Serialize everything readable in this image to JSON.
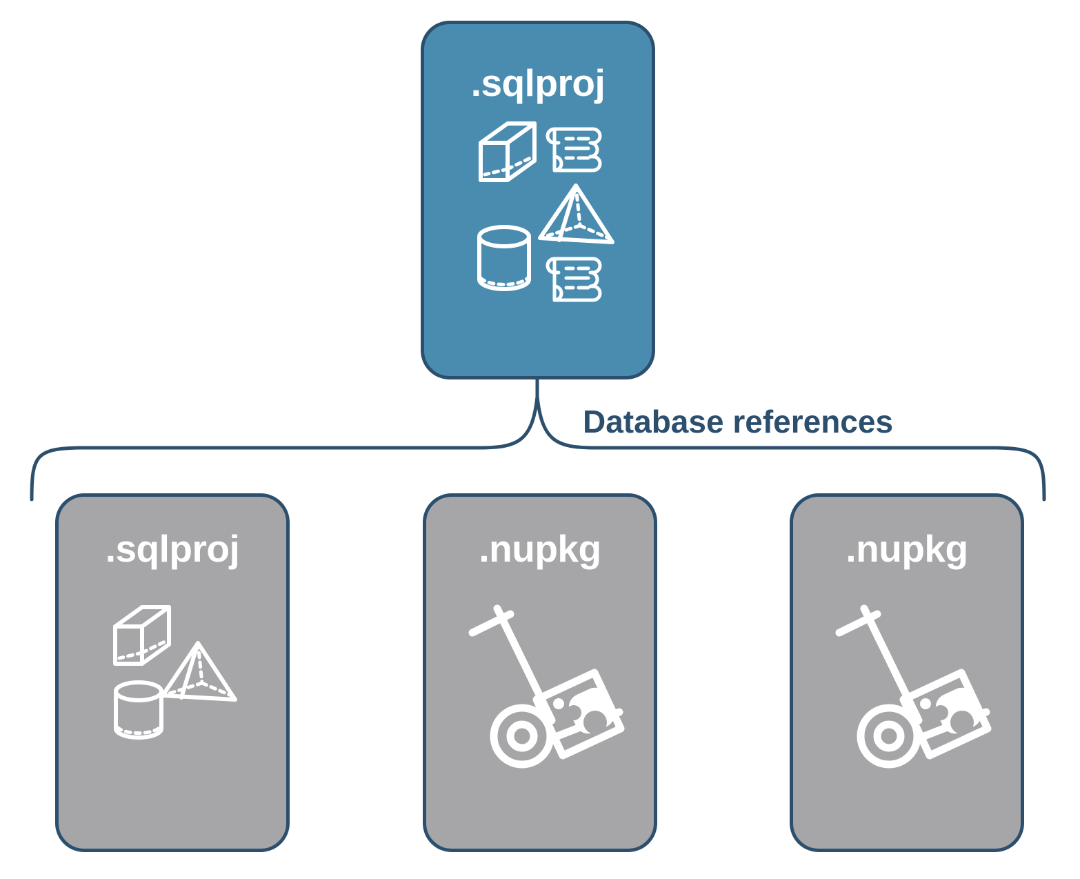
{
  "diagram": {
    "title_text": "Database references",
    "colors": {
      "blue_fill": "#4A8CAF",
      "gray_fill": "#A6A6A8",
      "outline": "#2C4F6E",
      "icon_white": "#FFFFFF",
      "background": "#FFFFFF"
    },
    "parent": {
      "label": ".sqlproj",
      "fill": "#4A8CAF",
      "icons": [
        "cube-icon",
        "scroll-icon",
        "pyramid-icon",
        "cylinder-icon",
        "scroll-icon"
      ]
    },
    "connector": {
      "label": "Database references",
      "style": "curly-brace",
      "color": "#2C4F6E"
    },
    "children": [
      {
        "label": ".sqlproj",
        "fill": "#A6A6A8",
        "icons": [
          "cube-icon",
          "pyramid-icon",
          "cylinder-icon"
        ]
      },
      {
        "label": ".nupkg",
        "fill": "#A6A6A8",
        "icons": [
          "hand-truck-package-icon"
        ]
      },
      {
        "label": ".nupkg",
        "fill": "#A6A6A8",
        "icons": [
          "hand-truck-package-icon"
        ]
      }
    ]
  }
}
